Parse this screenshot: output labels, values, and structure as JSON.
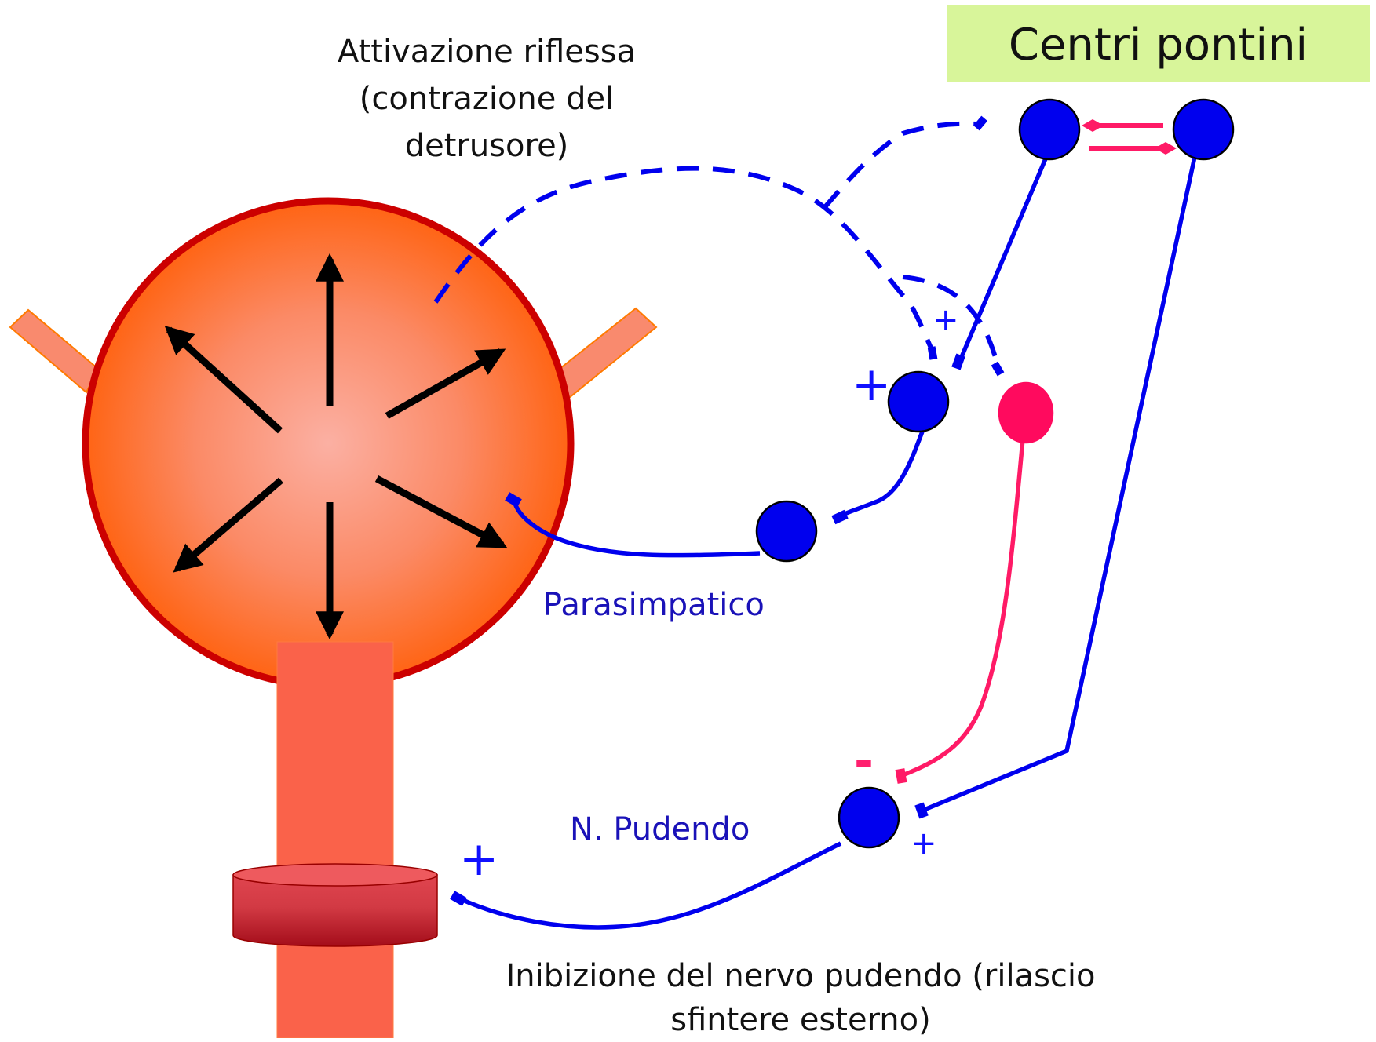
{
  "title": "Centri pontini",
  "labels": {
    "reflex_line1": "Attivazione riflessa",
    "reflex_line2": "(contrazione del",
    "reflex_line3": "detrusore)",
    "parasympathetic": "Parasimpatico",
    "pudendal": "N. Pudendo",
    "inhibition_line1": "Inibizione del nervo pudendo (rilascio",
    "inhibition_line2": "sfintere esterno)"
  },
  "signs": {
    "plus_small_top": "+",
    "plus_large_mid": "+",
    "plus_sphincter": "+",
    "plus_small_bottom": "+",
    "minus": "-"
  },
  "colors": {
    "neuron_blue": "#0000ee",
    "inhibitory_pink": "#ff1a66",
    "bladder_orange": "#ff6a1e",
    "bladder_outline": "#cc0000",
    "urethra": "#fa624a",
    "title_bg": "#d8f59a",
    "arrow": "#000000"
  }
}
